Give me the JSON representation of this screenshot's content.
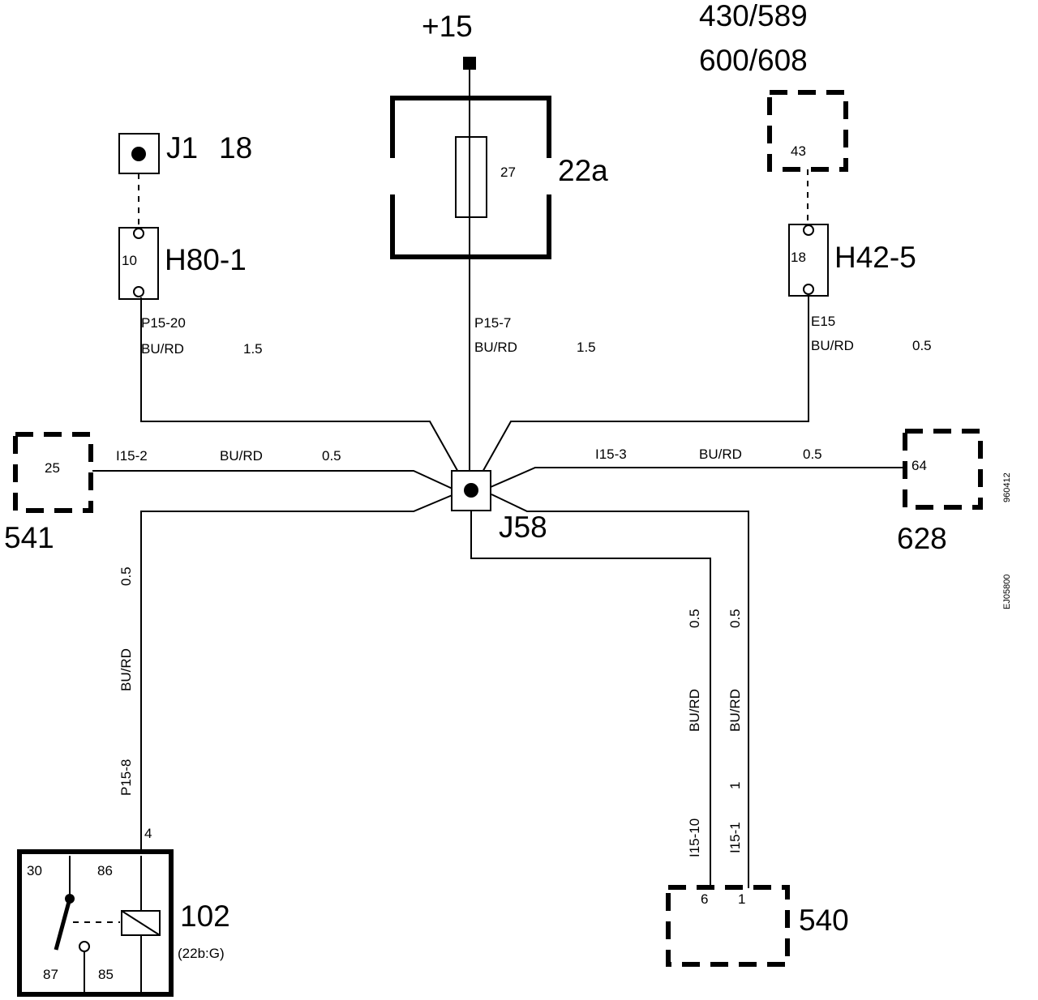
{
  "diagram": {
    "power_terminal": "+15",
    "fuse_box": {
      "label": "22a",
      "fuse_number": "27"
    },
    "j1": {
      "label": "J1",
      "pin": "18"
    },
    "h80": {
      "label": "H80-1",
      "pin": "10"
    },
    "h42": {
      "label": "H42-5",
      "pin": "18"
    },
    "comp_430": {
      "line1": "430/589",
      "line2": "600/608",
      "pin": "43"
    },
    "splice": {
      "label": "J58"
    },
    "comp_541": {
      "label": "541",
      "pin": "25"
    },
    "comp_628": {
      "label": "628",
      "pin": "64"
    },
    "comp_540": {
      "label": "540",
      "pin_a": "6",
      "pin_b": "1"
    },
    "relay": {
      "label": "102",
      "ref": "(22b:G)",
      "pin_entry": "4",
      "t30": "30",
      "t86": "86",
      "t87": "87",
      "t85": "85"
    },
    "wires": {
      "w_h80": {
        "id": "P15-20",
        "color": "BU/RD",
        "size": "1.5"
      },
      "w_fuse": {
        "id": "P15-7",
        "color": "BU/RD",
        "size": "1.5"
      },
      "w_h42": {
        "id": "E15",
        "color": "BU/RD",
        "size": "0.5"
      },
      "w_541": {
        "id": "I15-2",
        "color": "BU/RD",
        "size": "0.5"
      },
      "w_628": {
        "id": "I15-3",
        "color": "BU/RD",
        "size": "0.5"
      },
      "w_relay": {
        "id": "P15-8",
        "color": "BU/RD",
        "size": "0.5"
      },
      "w_540a": {
        "id": "I15-10",
        "color": "BU/RD",
        "size": "0.5"
      },
      "w_540b": {
        "id": "I15-1",
        "color": "BU/RD",
        "size": "0.5",
        "pin": "1"
      }
    },
    "side_codes": {
      "code1": "960412",
      "code2": "EJ05800"
    }
  }
}
